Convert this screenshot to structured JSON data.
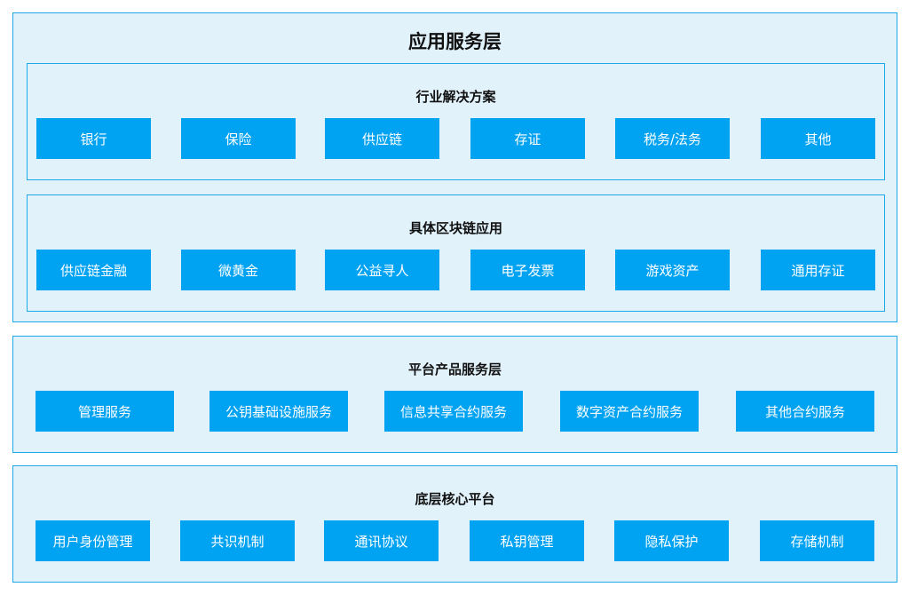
{
  "app_layer": {
    "title": "应用服务层",
    "industry": {
      "title": "行业解决方案",
      "items": [
        "银行",
        "保险",
        "供应链",
        "存证",
        "税务/法务",
        "其他"
      ]
    },
    "blockchain": {
      "title": "具体区块链应用",
      "items": [
        "供应链金融",
        "微黄金",
        "公益寻人",
        "电子发票",
        "游戏资产",
        "通用存证"
      ]
    }
  },
  "platform_layer": {
    "title": "平台产品服务层",
    "items": [
      "管理服务",
      "公钥基础设施服务",
      "信息共享合约服务",
      "数字资产合约服务",
      "其他合约服务"
    ]
  },
  "core_layer": {
    "title": "底层核心平台",
    "items": [
      "用户身份管理",
      "共识机制",
      "通讯协议",
      "私钥管理",
      "隐私保护",
      "存储机制"
    ]
  },
  "colors": {
    "panel_bg": "#e1f2fb",
    "border": "#1fa8e8",
    "box": "#00a2f2",
    "box_text": "#ffffff"
  }
}
